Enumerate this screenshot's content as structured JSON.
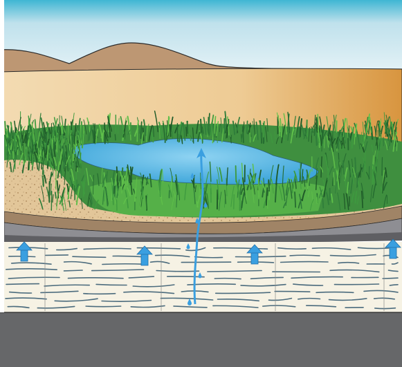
{
  "diagram": {
    "kind": "cross-section",
    "layers": [
      "sky",
      "distant-hills",
      "desert-plain",
      "wetland-pool",
      "vegetation",
      "sediment",
      "confining-layers",
      "aquifer",
      "bedrock"
    ],
    "colors": {
      "sky_top": "#3fb6d3",
      "sky_bottom": "#e4f2f7",
      "hills": "#b99472",
      "desert_light": "#f2d6a8",
      "desert_dark": "#d99a45",
      "water": "#4fb3e3",
      "grass_dark": "#2f7d3a",
      "grass_light": "#5fbf4a",
      "sand": "#d9b88a",
      "clay_brown": "#9c7d61",
      "clay_grey": "#8f8f95",
      "aquifer": "#f5f1e4",
      "aquifer_lines": "#4b6b7d",
      "bedrock": "#666769",
      "arrow": "#3a9fe0"
    },
    "icons": [
      "up-arrow-icon",
      "groundwater-flow-icon",
      "water-drop-icon"
    ]
  }
}
